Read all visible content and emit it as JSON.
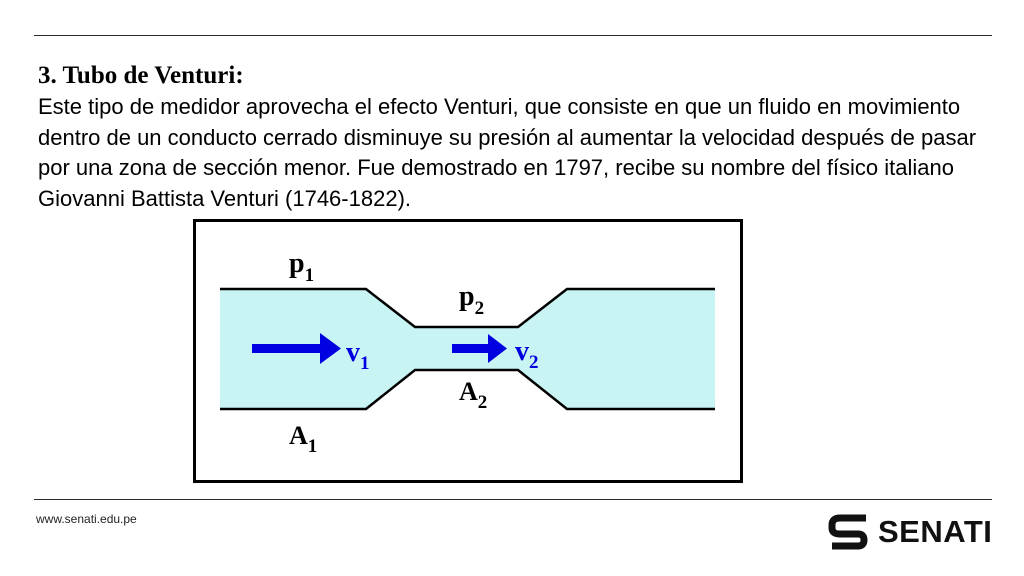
{
  "slide": {
    "title": "3. Tubo de Venturi:",
    "body": "Este tipo de medidor aprovecha el efecto Venturi, que consiste en que un fluido en movimiento dentro de un conducto cerrado disminuye su presión al aumentar la velocidad después de pasar por una zona de sección menor. Fue demostrado en 1797, recibe su nombre del físico italiano Giovanni Battista Venturi (1746-1822)."
  },
  "diagram": {
    "labels": {
      "p1": {
        "main": "p",
        "sub": "1"
      },
      "p2": {
        "main": "p",
        "sub": "2"
      },
      "v1": {
        "main": "v",
        "sub": "1"
      },
      "v2": {
        "main": "v",
        "sub": "2"
      },
      "a1": {
        "main": "A",
        "sub": "1"
      },
      "a2": {
        "main": "A",
        "sub": "2"
      }
    },
    "colors": {
      "fluid": "#c8f4f4",
      "arrow": "#0000e0",
      "outline": "#000000"
    }
  },
  "footer": {
    "url": "www.senati.edu.pe",
    "brand": "SENATI",
    "logo_icon": "senati-s-logo-icon"
  }
}
